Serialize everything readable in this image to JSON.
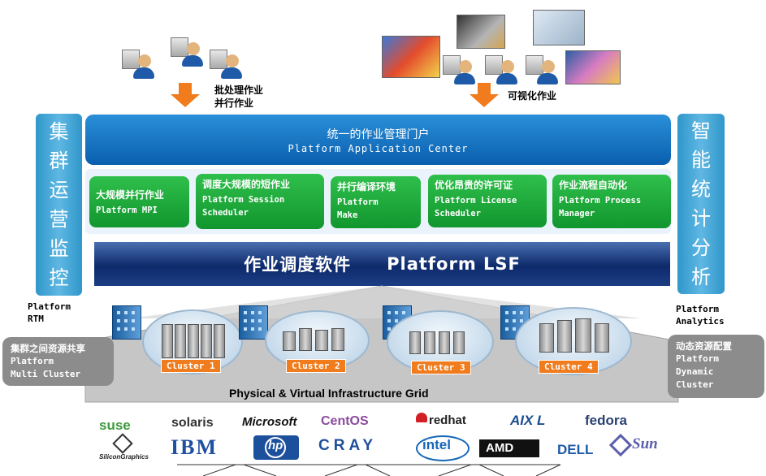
{
  "top": {
    "batch_line1": "批处理作业",
    "batch_line2": "并行作业",
    "visual": "可视化作业"
  },
  "left_column": {
    "chars": [
      "集",
      "群",
      "运",
      "营",
      "监",
      "控"
    ],
    "caption_line1": "Platform",
    "caption_line2": "RTM"
  },
  "right_column": {
    "chars": [
      "智",
      "能",
      "统",
      "计",
      "分",
      "析"
    ],
    "caption_line1": "Platform",
    "caption_line2": "Analytics"
  },
  "portal": {
    "cn": "统一的作业管理门户",
    "en": "Platform Application Center"
  },
  "modules": [
    {
      "cn": "大规模并行作业",
      "en": "Platform MPI"
    },
    {
      "cn": "调度大规模的短作业",
      "en": "Platform Session\nScheduler"
    },
    {
      "cn": "并行编译环境",
      "en": "Platform\nMake"
    },
    {
      "cn": "优化昂贵的许可证",
      "en": "Platform License\nScheduler"
    },
    {
      "cn": "作业流程自动化",
      "en": "Platform Process\nManager"
    }
  ],
  "lsf": {
    "cn": "作业调度软件",
    "en": "Platform LSF"
  },
  "left_note": {
    "cn": "集群之间资源共享",
    "en_line1": "Platform",
    "en_line2": "Multi Cluster"
  },
  "right_note": {
    "cn": "动态资源配置",
    "en_line1": "Platform",
    "en_line2": "Dynamic",
    "en_line3": "Cluster"
  },
  "clusters": [
    "Cluster 1",
    "Cluster 2",
    "Cluster 3",
    "Cluster 4"
  ],
  "infrastructure": "Physical & Virtual Infrastructure Grid",
  "vendors_row1": [
    "suse",
    "solaris",
    "Microsoft",
    "CentOS",
    "redhat",
    "AIX L",
    "fedora"
  ],
  "vendors_row2": [
    "SiliconGraphics",
    "IBM",
    "hp",
    "CRAY",
    "intel",
    "AMD",
    "DELL",
    "Sun"
  ],
  "colors": {
    "orange": "#f07c1d",
    "portal_blue": "#0a5fae",
    "green": "#1aa83a",
    "lsf_navy": "#0d2a6b",
    "side_blue": "#3fa6d6",
    "grey": "#8c8c8c"
  }
}
